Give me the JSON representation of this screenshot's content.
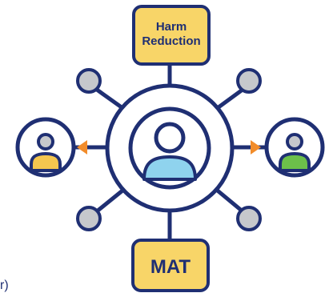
{
  "diagram": {
    "top_box": {
      "line1": "Harm",
      "line2": "Reduction"
    },
    "bottom_box": {
      "label": "MAT"
    },
    "left_edge_fragment": "r)",
    "colors": {
      "outline": "#1f2f73",
      "box_fill": "#f8d568",
      "satellite_fill": "#c6c8cc",
      "center_person_head": "#ffffff",
      "center_person_body": "#8fd3ee",
      "left_person_body": "#f4c64f",
      "right_person_body": "#6cc04a",
      "arrow_fill": "#f28c2a",
      "background": "#ffffff"
    },
    "icons": {
      "center": "person-icon",
      "left": "person-icon",
      "right": "person-icon",
      "left_arrow": "triangle-left-icon",
      "right_arrow": "triangle-right-icon"
    }
  }
}
